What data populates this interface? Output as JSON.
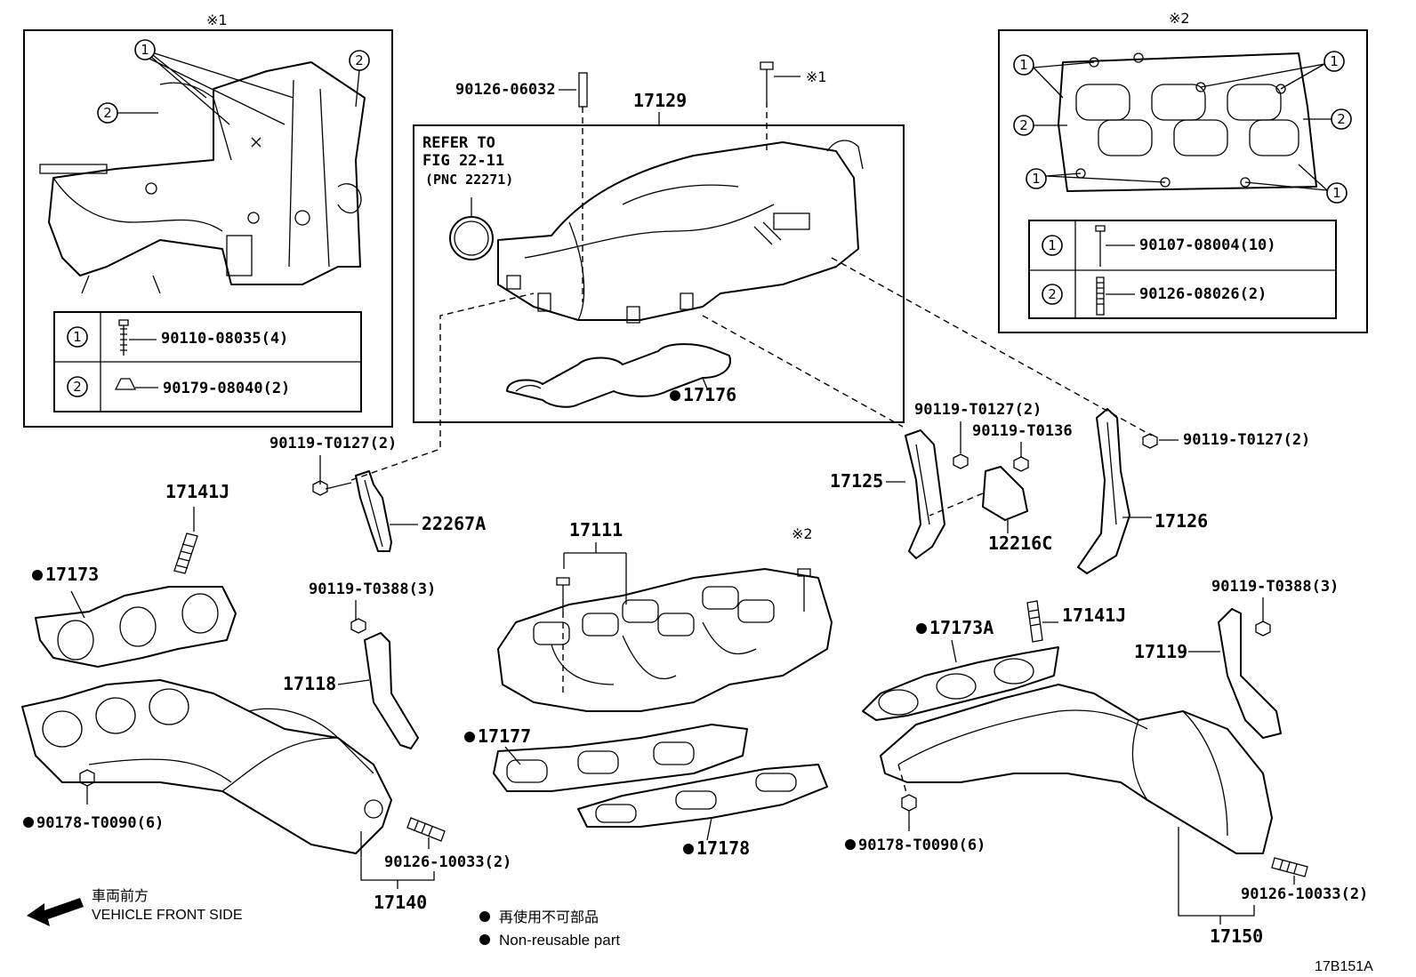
{
  "callouts": {
    "c17129": "17129",
    "c90126_06032": "90126-06032",
    "c_note1_top": "※1",
    "refer_line1": "REFER TO",
    "refer_line2": "FIG 22-11",
    "refer_line3": "(PNC 22271)",
    "c17176": "17176",
    "c90119_T0127_a": "90119-T0127(2)",
    "c22267A": "22267A",
    "c17141J_a": "17141J",
    "c17173": "17173",
    "c90119_T0388_a": "90119-T0388(3)",
    "c17118": "17118",
    "c90178_T0090_a": "90178-T0090(6)",
    "c90126_10033_a": "90126-10033(2)",
    "c17140": "17140",
    "c17111": "17111",
    "c_note2_mid": "※2",
    "c17177": "17177",
    "c17178": "17178",
    "c90119_T0127_b": "90119-T0127(2)",
    "c90119_T0136": "90119-T0136",
    "c17125": "17125",
    "c12216C": "12216C",
    "c90119_T0127_c": "90119-T0127(2)",
    "c17126": "17126",
    "c17173A": "17173A",
    "c17141J_b": "17141J",
    "c90119_T0388_b": "90119-T0388(3)",
    "c17119": "17119",
    "c90178_T0090_b": "90178-T0090(6)",
    "c90126_10033_b": "90126-10033(2)",
    "c17150": "17150"
  },
  "inset1": {
    "title": "※1",
    "rows": [
      {
        "key": "1",
        "part": "90110-08035(4)"
      },
      {
        "key": "2",
        "part": "90179-08040(2)"
      }
    ]
  },
  "inset2": {
    "title": "※2",
    "rows": [
      {
        "key": "1",
        "part": "90107-08004(10)"
      },
      {
        "key": "2",
        "part": "90126-08026(2)"
      }
    ]
  },
  "legend": {
    "direction_jp": "車両前方",
    "direction_en": "VEHICLE FRONT SIDE",
    "nonreuse_jp": "再使用不可部品",
    "nonreuse_en": "Non-reusable part"
  },
  "figure_id": "17B151A"
}
